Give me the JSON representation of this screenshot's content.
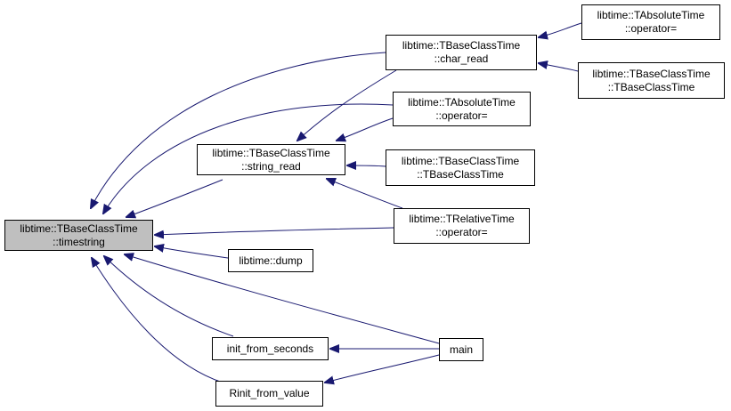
{
  "colors": {
    "edge": "#191970",
    "node_border": "#000000",
    "node_fill": "#ffffff",
    "focus_fill": "#bfbfbf"
  },
  "nodes": {
    "timestring": {
      "line1": "libtime::TBaseClassTime",
      "line2": "::timestring"
    },
    "string_read": {
      "line1": "libtime::TBaseClassTime",
      "line2": "::string_read"
    },
    "char_read": {
      "line1": "libtime::TBaseClassTime",
      "line2": "::char_read"
    },
    "abs_op_right": {
      "line1": "libtime::TAbsoluteTime",
      "line2": "::operator="
    },
    "ctor_right": {
      "line1": "libtime::TBaseClassTime",
      "line2": "::TBaseClassTime"
    },
    "abs_op_mid": {
      "line1": "libtime::TAbsoluteTime",
      "line2": "::operator="
    },
    "ctor_mid": {
      "line1": "libtime::TBaseClassTime",
      "line2": "::TBaseClassTime"
    },
    "rel_op": {
      "line1": "libtime::TRelativeTime",
      "line2": "::operator="
    },
    "dump": {
      "line1": "libtime::dump"
    },
    "init_from_seconds": {
      "line1": "init_from_seconds"
    },
    "rinit_from_value": {
      "line1": "Rinit_from_value"
    },
    "main": {
      "line1": "main"
    }
  }
}
